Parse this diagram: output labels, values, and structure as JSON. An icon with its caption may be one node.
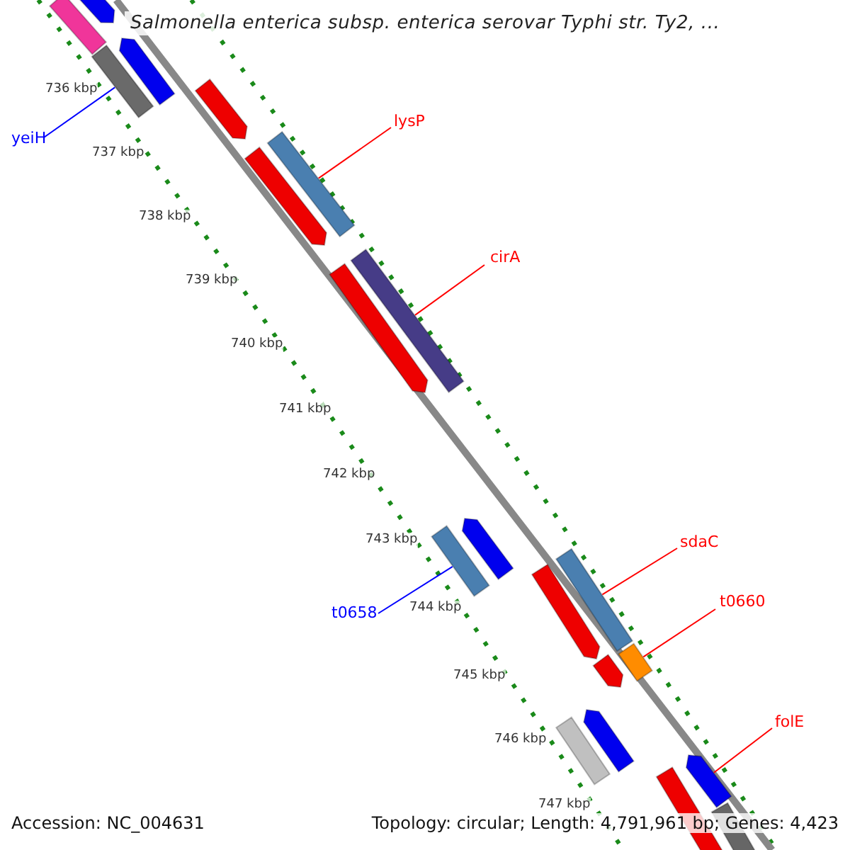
{
  "diagram": {
    "title": "Salmonella enterica subsp. enterica serovar Typhi str. Ty2, ...",
    "nodes": [
      {
        "text": [
          "lysP"
        ]
      },
      {
        "text": [
          "yeiH"
        ]
      },
      {
        "text": [
          "cirA"
        ]
      },
      {
        "text": [
          "sdaC"
        ]
      },
      {
        "text": [
          "t0660"
        ]
      },
      {
        "text": [
          "t0658"
        ]
      },
      {
        "text": [
          "folE"
        ]
      },
      {
        "text": [],
        "shape": "bar"
      },
      {
        "text": [],
        "shape": "bar"
      },
      {
        "text": [],
        "shape": "bar"
      },
      {
        "text": [],
        "shape": "bar"
      },
      {
        "text": [],
        "shape": "bar"
      },
      {
        "text": [],
        "shape": "bar"
      },
      {
        "text": [],
        "shape": "bar"
      },
      {
        "text": [],
        "shape": "bar"
      },
      {
        "text": [],
        "shape": "bar"
      },
      {
        "text": [],
        "shape": "bar"
      },
      {
        "text": [],
        "shape": "bar"
      },
      {
        "text": [],
        "shape": "bar"
      },
      {
        "text": [],
        "shape": "bar"
      },
      {
        "text": [],
        "shape": "bar"
      },
      {
        "text": [],
        "shape": "bar"
      },
      {
        "text": [],
        "shape": "bar"
      },
      {
        "text": [],
        "shape": "bar"
      },
      {
        "text": [],
        "shape": "bar"
      },
      {
        "text": [],
        "shape": "bar"
      },
      {
        "text": [],
        "shape": "bar"
      }
    ],
    "edges": [
      {
        "from": 0,
        "to": 13,
        "arrow": "none"
      },
      {
        "from": 1,
        "to": 9,
        "arrow": "none",
        "color": "#0000ff"
      },
      {
        "from": 2,
        "to": 15,
        "arrow": "none"
      },
      {
        "from": 3,
        "to": 19,
        "arrow": "none"
      },
      {
        "from": 4,
        "to": 20,
        "arrow": "none"
      },
      {
        "from": 5,
        "to": 16,
        "arrow": "none",
        "color": "#0000ff"
      },
      {
        "from": 6,
        "to": 25,
        "arrow": "none"
      }
    ],
    "labels": [
      "736 kbp",
      "737 kbp",
      "738 kbp",
      "739 kbp",
      "740 kbp",
      "741 kbp",
      "742 kbp",
      "743 kbp",
      "744 kbp",
      "745 kbp",
      "746 kbp",
      "747 kbp",
      "Accession: NC_004631",
      "Topology: circular; Length: 4,791,961 bp; Genes: 4,423"
    ]
  }
}
